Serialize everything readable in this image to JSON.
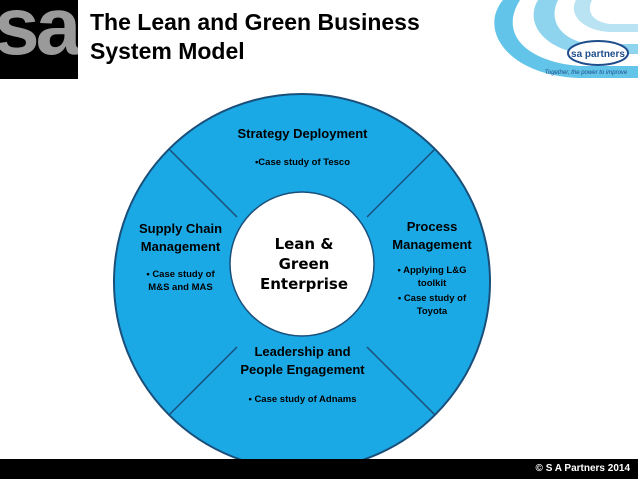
{
  "brand": {
    "initials": "sa"
  },
  "title": {
    "line1": "The Lean and Green Business",
    "line2": "System Model"
  },
  "logo": {
    "name": "sa partners",
    "tagline": "Together, the power to improve"
  },
  "diagram": {
    "center": {
      "line1": "Lean &",
      "line2": "Green",
      "line3": "Enterprise"
    },
    "top": {
      "title": "Strategy Deployment",
      "bullet": "•Case study of Tesco"
    },
    "left": {
      "title_line1": "Supply Chain",
      "title_line2": "Management",
      "bullet_line1": "• Case study of",
      "bullet_line2": "M&S and MAS"
    },
    "right": {
      "title_line1": "Process",
      "title_line2": "Management",
      "bullet1_line1": "• Applying L&G",
      "bullet1_line2": "toolkit",
      "bullet2_line1": "• Case study of",
      "bullet2_line2": "Toyota"
    },
    "bottom": {
      "title_line1": "Leadership and",
      "title_line2": "People Engagement",
      "bullet": "• Case study of Adnams"
    }
  },
  "footer": {
    "copyright": "© S A Partners 2014"
  },
  "colors": {
    "ring_fill": "#1ba9e6",
    "ring_stroke": "#1a4f7a",
    "center_fill": "#ffffff",
    "footer_bg": "#000000",
    "logo_swirl": "#62c4e8"
  }
}
